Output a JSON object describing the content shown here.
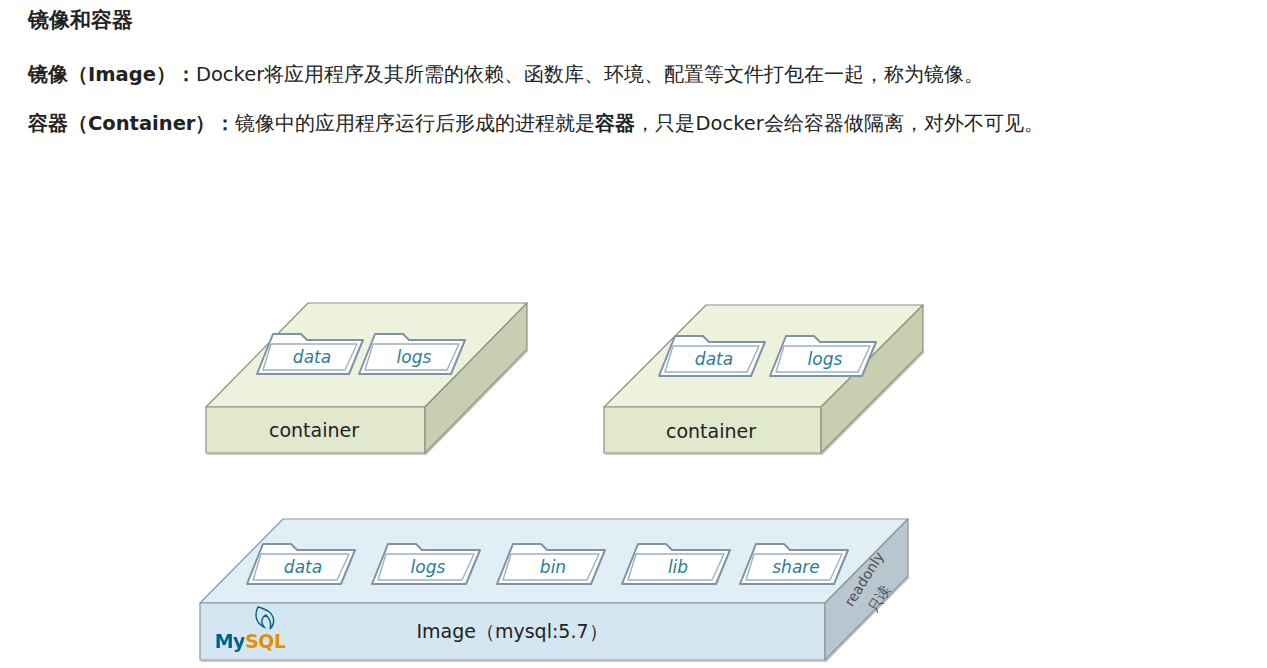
{
  "diagram": {
    "title": "镜像和容器",
    "nodes": [
      {
        "text": [
          "container"
        ]
      },
      {
        "text": [
          "data"
        ],
        "in": 0
      },
      {
        "text": [
          "logs"
        ],
        "in": 0
      },
      {
        "text": [
          "container"
        ]
      },
      {
        "text": [
          "data"
        ],
        "in": 3
      },
      {
        "text": [
          "logs"
        ],
        "in": 3
      },
      {
        "text": [
          "Image（mysql:5.7）",
          "MySQL",
          "readonly",
          "只读"
        ]
      },
      {
        "text": [
          "data"
        ],
        "in": 6
      },
      {
        "text": [
          "logs"
        ],
        "in": 6
      },
      {
        "text": [
          "bin"
        ],
        "in": 6
      },
      {
        "text": [
          "lib"
        ],
        "in": 6
      },
      {
        "text": [
          "share"
        ],
        "in": 6
      }
    ],
    "labels": [
      "镜像（Image）：",
      "Docker将应用程序及其所需的依赖、函数库、环境、配置等文件打包在一起，称为镜像。",
      "容器（Container）：",
      "镜像中的应用程序运行后形成的进程就是",
      "容器",
      "，只是Docker会给容器做隔离，对外不可见。"
    ]
  }
}
